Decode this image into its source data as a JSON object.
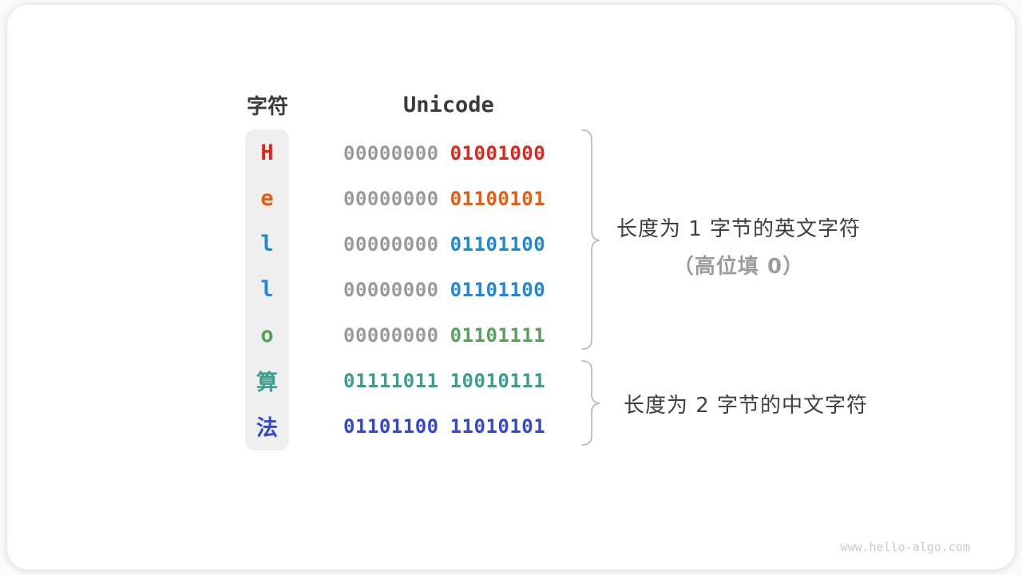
{
  "header": {
    "character_column": "字符",
    "unicode_column": "Unicode"
  },
  "rows": [
    {
      "char": "H",
      "byte_high": "00000000",
      "byte_low": "01001000",
      "color": "#e0261c"
    },
    {
      "char": "e",
      "byte_high": "00000000",
      "byte_low": "01100101",
      "color": "#ea5b0c"
    },
    {
      "char": "l",
      "byte_high": "00000000",
      "byte_low": "01101100",
      "color": "#1f87d8"
    },
    {
      "char": "l",
      "byte_high": "00000000",
      "byte_low": "01101100",
      "color": "#1f87d8"
    },
    {
      "char": "o",
      "byte_high": "00000000",
      "byte_low": "01101111",
      "color": "#57a05a"
    },
    {
      "char": "算",
      "byte_high": "01111011",
      "byte_low": "10010111",
      "color": "#3a9d8e"
    },
    {
      "char": "法",
      "byte_high": "01101100",
      "byte_low": "11010101",
      "color": "#3447d4"
    }
  ],
  "annotations": {
    "group_one_byte": {
      "line1": "长度为 1 字节的英文字符",
      "line2": "（高位填 0）"
    },
    "group_two_byte": {
      "line1": "长度为 2 字节的中文字符"
    }
  },
  "colors": {
    "muted_byte": "#9a9a9a",
    "brace": "#b5b5b5",
    "header_text": "#3b3b3b",
    "column_background": "#efefef"
  },
  "watermark": "www.hello-algo.com"
}
